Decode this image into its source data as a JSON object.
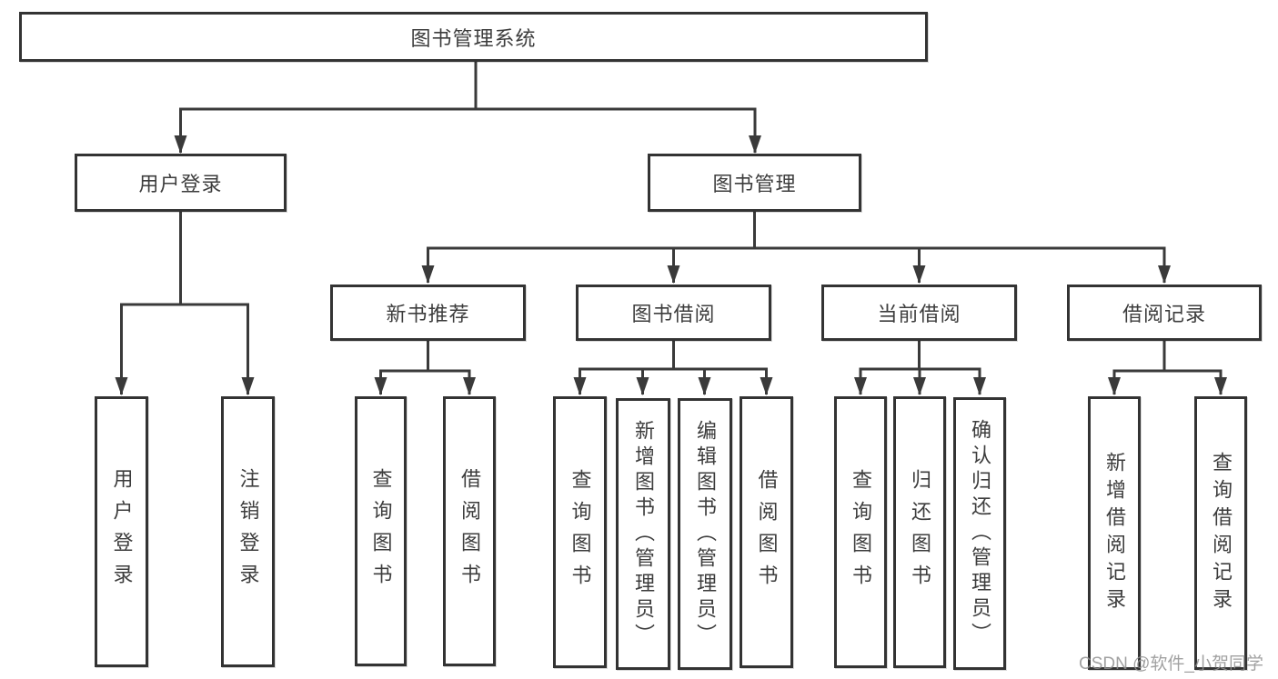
{
  "diagram": {
    "root": {
      "label": "图书管理系统"
    },
    "branches": [
      {
        "label": "用户登录",
        "children": [
          {
            "label": "用户登录"
          },
          {
            "label": "注销登录"
          }
        ]
      },
      {
        "label": "图书管理",
        "children": [
          {
            "label": "新书推荐",
            "children": [
              {
                "label": "查询图书"
              },
              {
                "label": "借阅图书"
              }
            ]
          },
          {
            "label": "图书借阅",
            "children": [
              {
                "label": "查询图书"
              },
              {
                "label": "新增图书（管理员）"
              },
              {
                "label": "编辑图书（管理员）"
              },
              {
                "label": "借阅图书"
              }
            ]
          },
          {
            "label": "当前借阅",
            "children": [
              {
                "label": "查询图书"
              },
              {
                "label": "归还图书"
              },
              {
                "label": "确认归还（管理员）"
              }
            ]
          },
          {
            "label": "借阅记录",
            "children": [
              {
                "label": "新增借阅记录"
              },
              {
                "label": "查询借阅记录"
              }
            ]
          }
        ]
      }
    ],
    "watermark": "CSDN @软件_小贺同学",
    "colors": {
      "line": "#3a3a3a",
      "box_border": "#333333",
      "box_fill": "#ffffff",
      "text": "#3d3d3d",
      "watermark": "#919191"
    }
  }
}
